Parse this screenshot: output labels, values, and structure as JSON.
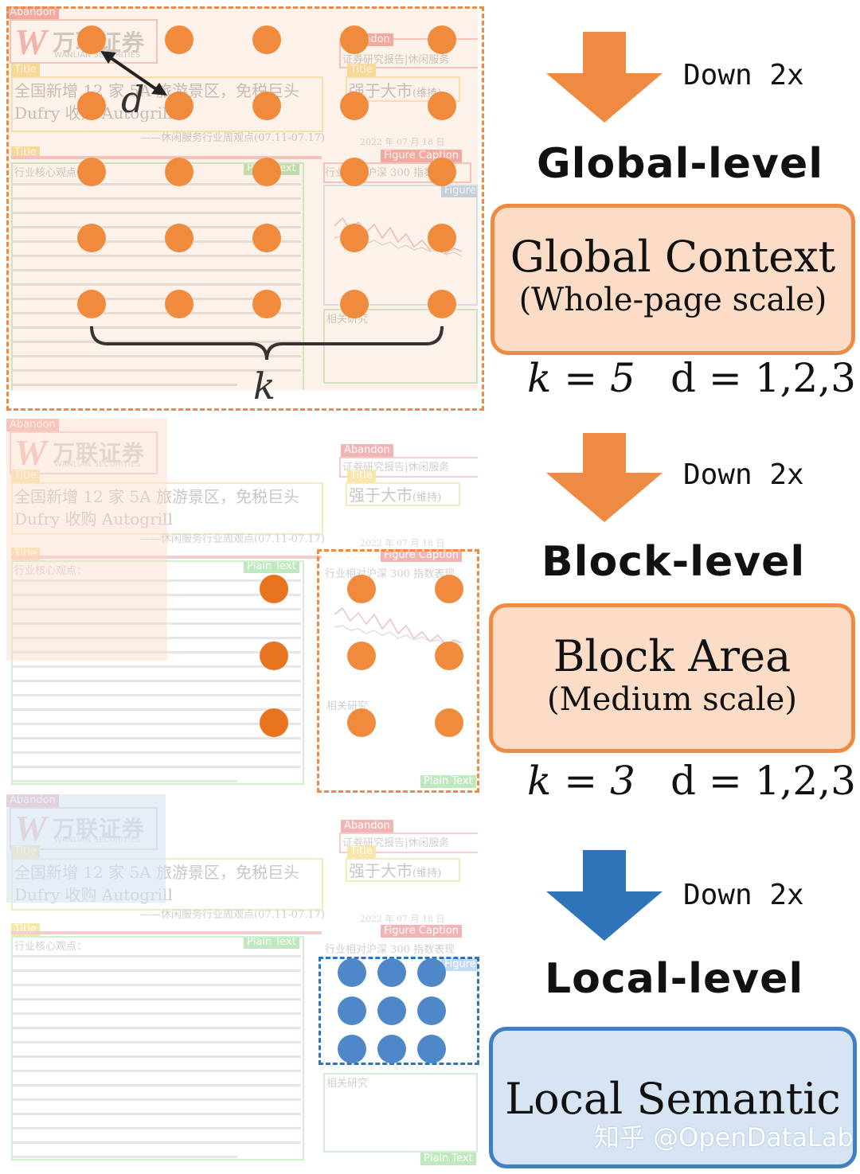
{
  "doc": {
    "abandon_label": "Abandon",
    "title_label": "Title",
    "plain_text_label": "Plain Text",
    "figure_caption_label": "Figure Caption",
    "figure_label": "Figure",
    "logo_cn": "万联证券",
    "logo_en": "WANLIAN SECURITIES",
    "header_right": "证券研究报告|休闲服务",
    "headline_1": "全国新增 12 家 5A 旅游景区，免税巨头",
    "headline_2": "Dufry 收购 Autogrill",
    "subtitle": "——休闲服务行业周观点(07.11-07.17)",
    "right_title": "强于大市",
    "right_title_note": "(维持)",
    "date": "2022 年 07 月 18 日",
    "section_heading": "行业核心观点：",
    "chart_caption": "行业相对沪深 300 指数表现",
    "related": "相关研究"
  },
  "panels": [
    {
      "down_label": "Down 2x",
      "level": "Global-level",
      "scale_main": "Global Context",
      "scale_sub": "(Whole-page scale)",
      "k": "k = 5",
      "d": "d = 1,2,3",
      "d_symbol": "d",
      "k_symbol": "k"
    },
    {
      "down_label": "Down 2x",
      "level": "Block-level",
      "scale_main": "Block Area",
      "scale_sub": "(Medium scale)",
      "k": "k = 3",
      "d": "d = 1,2,3"
    },
    {
      "down_label": "Down 2x",
      "level": "Local-level",
      "scale_main": "Local Semantic"
    }
  ],
  "colors": {
    "orange": "#ee8a42",
    "orange_dot": "#f08a3c",
    "orange_box_bg": "#fbdcc6",
    "blue": "#2f73b8",
    "blue_dot": "#4f88c9",
    "blue_box_bg": "#d6e4f3",
    "blue_border": "#3f7fc2"
  },
  "watermark": "知乎 @OpenDataLab"
}
